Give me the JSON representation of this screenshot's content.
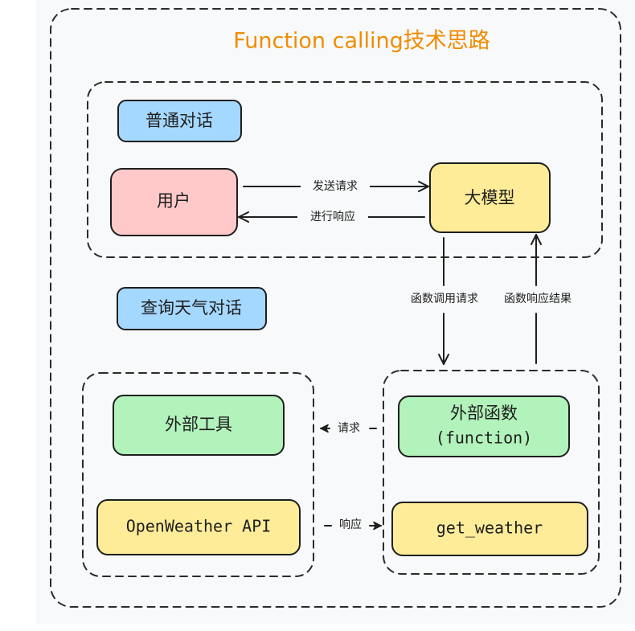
{
  "title": "Function calling技术思路",
  "colors": {
    "title": "#f08c00",
    "blue": "#a5d8ff",
    "pink": "#ffc9c9",
    "yellow": "#ffec99",
    "green": "#b2f2bb",
    "stroke": "#1e1e1e",
    "canvas": "#f8f9fa"
  },
  "groups": {
    "normal_chat": {
      "label": "普通对话"
    },
    "weather_chat": {
      "label": "查询天气对话"
    }
  },
  "nodes": {
    "user": {
      "label": "用户"
    },
    "llm": {
      "label": "大模型"
    },
    "external_tool": {
      "label": "外部工具"
    },
    "openweather_api": {
      "label": "OpenWeather API"
    },
    "external_function": {
      "label_line1": "外部函数",
      "label_line2": "(function)"
    },
    "get_weather": {
      "label": "get_weather"
    }
  },
  "edges": {
    "send_request": {
      "label": "发送请求",
      "from": "用户",
      "to": "大模型"
    },
    "respond": {
      "label": "进行响应",
      "from": "大模型",
      "to": "用户"
    },
    "function_call_request": {
      "label": "函数调用请求",
      "from": "大模型",
      "to": "外部函数"
    },
    "function_response_result": {
      "label": "函数响应结果",
      "from": "外部函数",
      "to": "大模型"
    },
    "request": {
      "label": "请求",
      "from": "外部函数",
      "to": "外部工具"
    },
    "response": {
      "label": "响应",
      "from": "OpenWeather API",
      "to": "get_weather"
    }
  }
}
